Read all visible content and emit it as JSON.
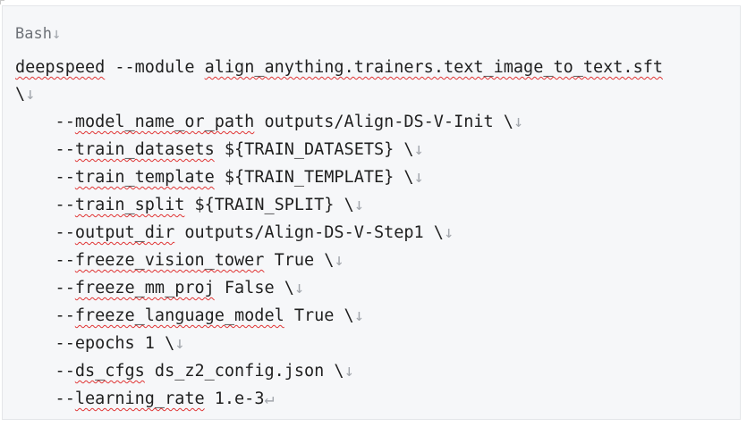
{
  "code_block": {
    "language_label": "Bash",
    "lines": [
      {
        "parts": [
          {
            "t": "deepspeed",
            "sq": true
          },
          {
            "t": " --module ",
            "sq": false
          },
          {
            "t": "align_anything.trainers.text_image_to_text.sft",
            "sq": true
          }
        ]
      },
      {
        "parts": [
          {
            "t": "\\",
            "sq": false
          }
        ]
      },
      {
        "parts": [
          {
            "t": "    --",
            "sq": false
          },
          {
            "t": "model_name_or_path",
            "sq": true
          },
          {
            "t": " outputs/Align-DS-V-Init \\",
            "sq": false
          }
        ]
      },
      {
        "parts": [
          {
            "t": "    --",
            "sq": false
          },
          {
            "t": "train_datasets",
            "sq": true
          },
          {
            "t": " ${TRAIN_DATASETS} \\",
            "sq": false
          }
        ]
      },
      {
        "parts": [
          {
            "t": "    --",
            "sq": false
          },
          {
            "t": "train_template",
            "sq": true
          },
          {
            "t": " ${TRAIN_TEMPLATE} \\",
            "sq": false
          }
        ]
      },
      {
        "parts": [
          {
            "t": "    --",
            "sq": false
          },
          {
            "t": "train_split",
            "sq": true
          },
          {
            "t": " ${TRAIN_SPLIT} \\",
            "sq": false
          }
        ]
      },
      {
        "parts": [
          {
            "t": "    --",
            "sq": false
          },
          {
            "t": "output_dir",
            "sq": true
          },
          {
            "t": " outputs/Align-DS-V-Step1 \\",
            "sq": false
          }
        ]
      },
      {
        "parts": [
          {
            "t": "    --",
            "sq": false
          },
          {
            "t": "freeze_vision_tower",
            "sq": true
          },
          {
            "t": " True \\",
            "sq": false
          }
        ]
      },
      {
        "parts": [
          {
            "t": "    --",
            "sq": false
          },
          {
            "t": "freeze_mm_proj",
            "sq": true
          },
          {
            "t": " False \\",
            "sq": false
          }
        ]
      },
      {
        "parts": [
          {
            "t": "    --",
            "sq": false
          },
          {
            "t": "freeze_language_model",
            "sq": true
          },
          {
            "t": " True \\",
            "sq": false
          }
        ]
      },
      {
        "parts": [
          {
            "t": "    --epochs 1 \\",
            "sq": false
          }
        ]
      },
      {
        "parts": [
          {
            "t": "    --",
            "sq": false
          },
          {
            "t": "ds_cfgs",
            "sq": true
          },
          {
            "t": " ds_z2_config.json \\",
            "sq": false
          }
        ]
      },
      {
        "parts": [
          {
            "t": "    --",
            "sq": false
          },
          {
            "t": "learning_rate",
            "sq": true
          },
          {
            "t": " 1.e-3",
            "sq": false
          }
        ]
      }
    ],
    "line_break_mark": "↓",
    "paragraph_mark": "↵"
  }
}
